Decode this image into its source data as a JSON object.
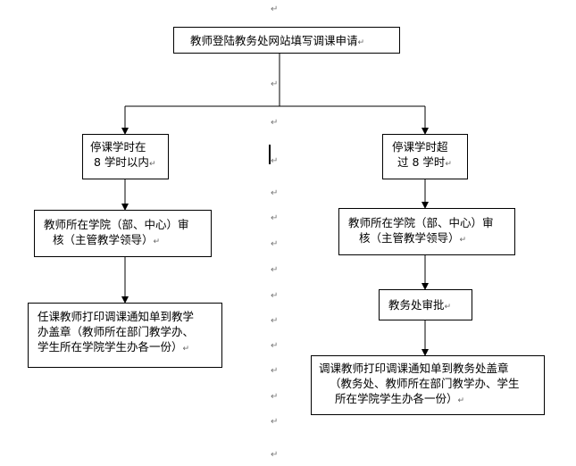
{
  "diagram": {
    "title": "教师登陆教务处网站填写调课申请",
    "left": {
      "condition": [
        "停课学时在",
        "8 学时以内"
      ],
      "review": [
        "教师所在学院（部、中心）审",
        "核（主管教学领导）"
      ],
      "print": [
        "任课教师打印调课通知单到教学",
        "办盖章（教师所在部门教学办、",
        "学生所在学院学生办各一份）"
      ]
    },
    "right": {
      "condition": [
        "停课学时超",
        "过 8 学时"
      ],
      "review": [
        "教师所在学院（部、中心）审",
        "核（主管教学领导）"
      ],
      "approve": "教务处审批",
      "print": [
        "调课教师打印调课通知单到教务处盖章",
        "（教务处、教师所在部门教学办、学生",
        "所在学院学生办各一份）"
      ]
    },
    "return_mark": "↵"
  }
}
